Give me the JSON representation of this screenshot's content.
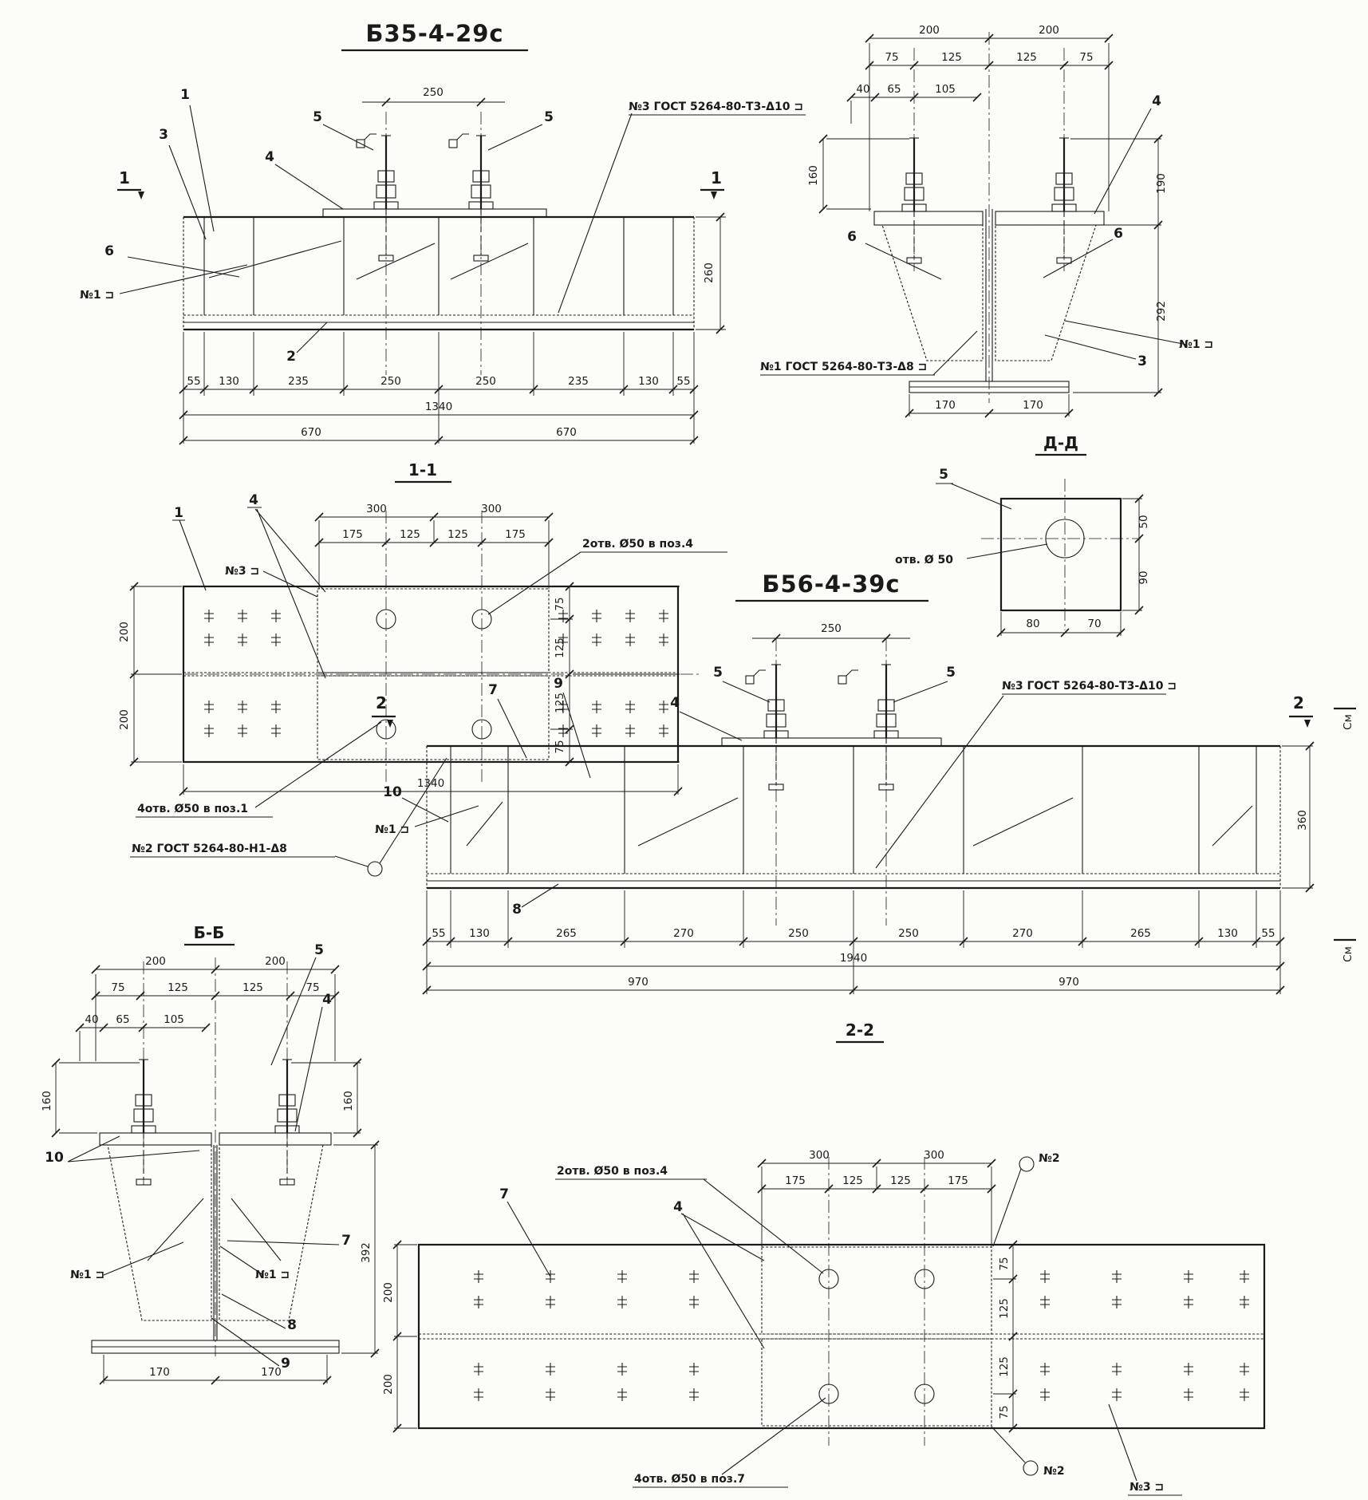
{
  "meta": {
    "paper": "#fcfcf9",
    "ink": "#1a1a1a"
  },
  "part1": {
    "title": "Б35-4-29с",
    "elevation": {
      "dim_bolt_spacing": "250",
      "pos_1": "1",
      "pos_2": "2",
      "pos_3": "3",
      "pos_4": "4",
      "pos_5a": "5",
      "pos_5b": "5",
      "pos_6": "6",
      "weld_note": "№3 ГОСТ 5264-80-Т3-Δ10 ⊐",
      "weld_mark_left": "№1 ⊐",
      "section_mark_left": "1",
      "section_mark_right": "1",
      "dim_height": "260",
      "dims_segments": [
        "55",
        "130",
        "235",
        "250",
        "250",
        "235",
        "130",
        "55"
      ],
      "dim_total": "1340",
      "dim_half_left": "670",
      "dim_half_right": "670"
    },
    "end_section": {
      "dims_top": [
        "200",
        "200"
      ],
      "dims_row2": [
        "75",
        "125",
        "125",
        "75"
      ],
      "dims_row3": [
        "40",
        "65",
        "105"
      ],
      "dim_left_height": "160",
      "dim_right_upper": "190",
      "dim_right_lower": "292",
      "dims_bottom": [
        "170",
        "170"
      ],
      "pos_6a": "6",
      "pos_6b": "6",
      "pos_4": "4",
      "pos_3": "3",
      "weld_mark": "№1 ⊐",
      "weld_note": "№1 ГОСТ 5264-80-Т3-Δ8 ⊐"
    },
    "plan": {
      "title": "1-1",
      "dims_300": [
        "300",
        "300"
      ],
      "dims_sub": [
        "175",
        "125",
        "125",
        "175"
      ],
      "dims_left": [
        "200",
        "200"
      ],
      "dims_right": [
        "75",
        "125",
        "125",
        "75"
      ],
      "dim_total": "1340",
      "note_2holes": "2отв. Ø50 в поз.4",
      "note_4holes": "4отв. Ø50 в поз.1",
      "weld_note": "№2 ГОСТ 5264-80-Н1-Δ8",
      "pos_1": "1",
      "pos_4": "4",
      "weld_mark": "№3 ⊐"
    },
    "detail_d": {
      "title": "Д-Д",
      "pos_5": "5",
      "note_hole": "отв. Ø 50",
      "dim_right_upper": "50",
      "dim_right_lower": "90",
      "dims_bottom": [
        "80",
        "70"
      ]
    }
  },
  "part2": {
    "title": "Б56-4-39с",
    "elevation": {
      "dim_bolt_spacing": "250",
      "pos_4": "4",
      "pos_5a": "5",
      "pos_5b": "5",
      "pos_7": "7",
      "pos_8": "8",
      "pos_9": "9",
      "pos_10": "10",
      "weld_note": "№3 ГОСТ 5264-80-Т3-Δ10 ⊐",
      "weld_mark_left": "№1 ⊐",
      "section_mark_left": "2",
      "section_mark_right": "2",
      "see_mark_top": "См",
      "see_mark_bottom": "См",
      "dim_height": "360",
      "dims_segments": [
        "55",
        "130",
        "265",
        "270",
        "250",
        "250",
        "270",
        "265",
        "130",
        "55"
      ],
      "dim_total": "1940",
      "dim_half_left": "970",
      "dim_half_right": "970"
    },
    "section_bb": {
      "title": "Б-Б",
      "dims_top": [
        "200",
        "200"
      ],
      "dims_row2": [
        "75",
        "125",
        "125",
        "75"
      ],
      "dims_row3": [
        "40",
        "65",
        "105"
      ],
      "dim_left_height": "160",
      "dim_right_height": "160",
      "dim_right_lower": "392",
      "dims_bottom": [
        "170",
        "170"
      ],
      "pos_4": "4",
      "pos_5": "5",
      "pos_7": "7",
      "pos_8": "8",
      "pos_9": "9",
      "pos_10": "10",
      "weld_mark_left": "№1 ⊐",
      "weld_mark_right": "№1 ⊐"
    },
    "plan": {
      "title": "2-2",
      "dims_300": [
        "300",
        "300"
      ],
      "dims_sub": [
        "175",
        "125",
        "125",
        "175"
      ],
      "dims_left": [
        "200",
        "200"
      ],
      "dims_right": [
        "75",
        "125",
        "125",
        "75"
      ],
      "note_2holes": "2отв. Ø50 в поз.4",
      "note_4holes": "4отв. Ø50 в поз.7",
      "weld_mark_top": "№2",
      "weld_mark_bottom": "№2",
      "weld_mark_right": "№3 ⊐",
      "pos_7": "7",
      "pos_4": "4"
    }
  }
}
